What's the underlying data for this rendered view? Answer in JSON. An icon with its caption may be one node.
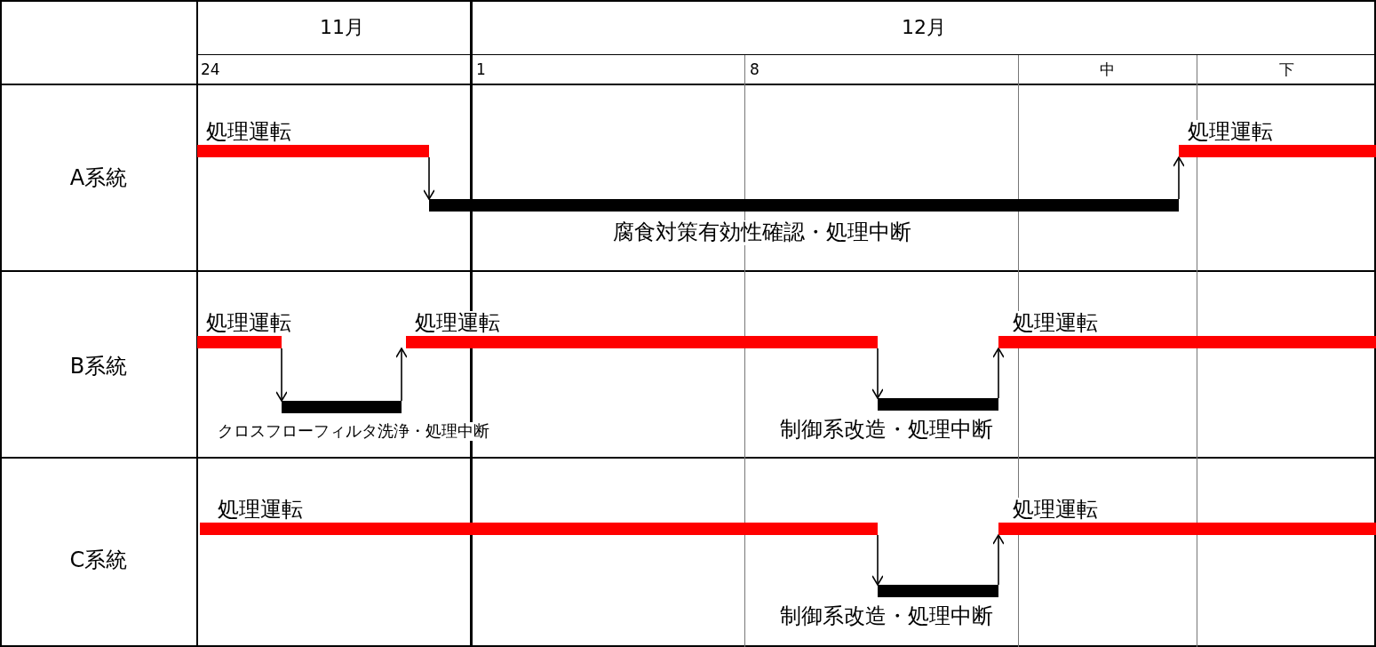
{
  "diagram": {
    "nodes": [
      {
        "text": [
          "処理運転"
        ]
      },
      {
        "text": [
          "腐食対策有効性確認・処理中断"
        ]
      },
      {
        "text": [
          "処理運転"
        ]
      },
      {
        "text": [
          "処理運転"
        ]
      },
      {
        "text": [
          "クロスフローフィルタ洗浄・処理中断"
        ]
      },
      {
        "text": [
          "処理運転"
        ]
      },
      {
        "text": [
          "制御系改造・処理中断"
        ]
      },
      {
        "text": [
          "処理運転"
        ]
      },
      {
        "text": [
          "処理運転"
        ]
      },
      {
        "text": [
          "制御系改造・処理中断"
        ]
      },
      {
        "text": [
          "処理運転"
        ]
      }
    ],
    "edges": [
      {
        "from": 0,
        "to": 1,
        "arrow": "to"
      },
      {
        "from": 1,
        "to": 2,
        "arrow": "to"
      },
      {
        "from": 3,
        "to": 4,
        "arrow": "to"
      },
      {
        "from": 4,
        "to": 5,
        "arrow": "to"
      },
      {
        "from": 5,
        "to": 6,
        "arrow": "to"
      },
      {
        "from": 6,
        "to": 7,
        "arrow": "to"
      },
      {
        "from": 8,
        "to": 9,
        "arrow": "to"
      },
      {
        "from": 9,
        "to": 10,
        "arrow": "to"
      }
    ],
    "labels": [
      "11月",
      "12月",
      "24",
      "1",
      "8",
      "中",
      "下",
      "A系統",
      "B系統",
      "C系統"
    ]
  }
}
